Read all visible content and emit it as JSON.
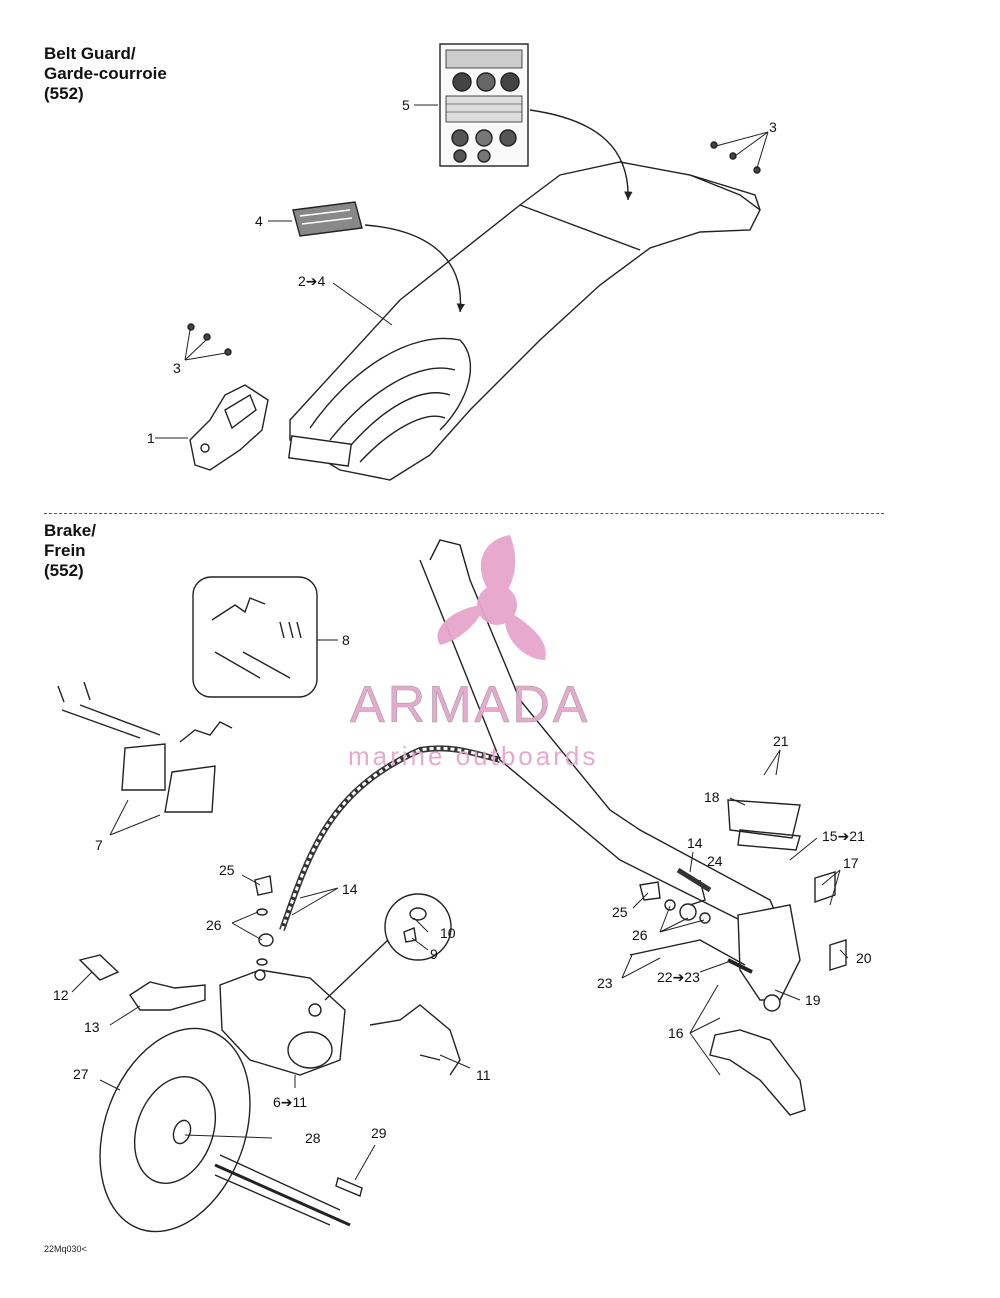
{
  "sections": {
    "belt_guard": {
      "title_line1": "Belt Guard/",
      "title_line2": "Garde-courroie",
      "title_line3": "(552)"
    },
    "brake": {
      "title_line1": "Brake/",
      "title_line2": "Frein",
      "title_line3": "(552)"
    }
  },
  "callouts": {
    "c1": "1",
    "c2": "2➔4",
    "c3a": "3",
    "c3b": "3",
    "c4": "4",
    "c5": "5",
    "c6": "6➔11",
    "c7": "7",
    "c8": "8",
    "c9": "9",
    "c10": "10",
    "c11": "11",
    "c12": "12",
    "c13": "13",
    "c14a": "14",
    "c14b": "14",
    "c15": "15➔21",
    "c16": "16",
    "c17": "17",
    "c18": "18",
    "c19": "19",
    "c20": "20",
    "c21": "21",
    "c22": "22➔23",
    "c23": "23",
    "c24": "24",
    "c25a": "25",
    "c25b": "25",
    "c26a": "26",
    "c26b": "26",
    "c27": "27",
    "c28": "28",
    "c29": "29"
  },
  "watermark": {
    "brand": "ARMADA",
    "tagline": "marine outboards",
    "color": "#e6a6cc"
  },
  "reference_code": "22Mq030<"
}
